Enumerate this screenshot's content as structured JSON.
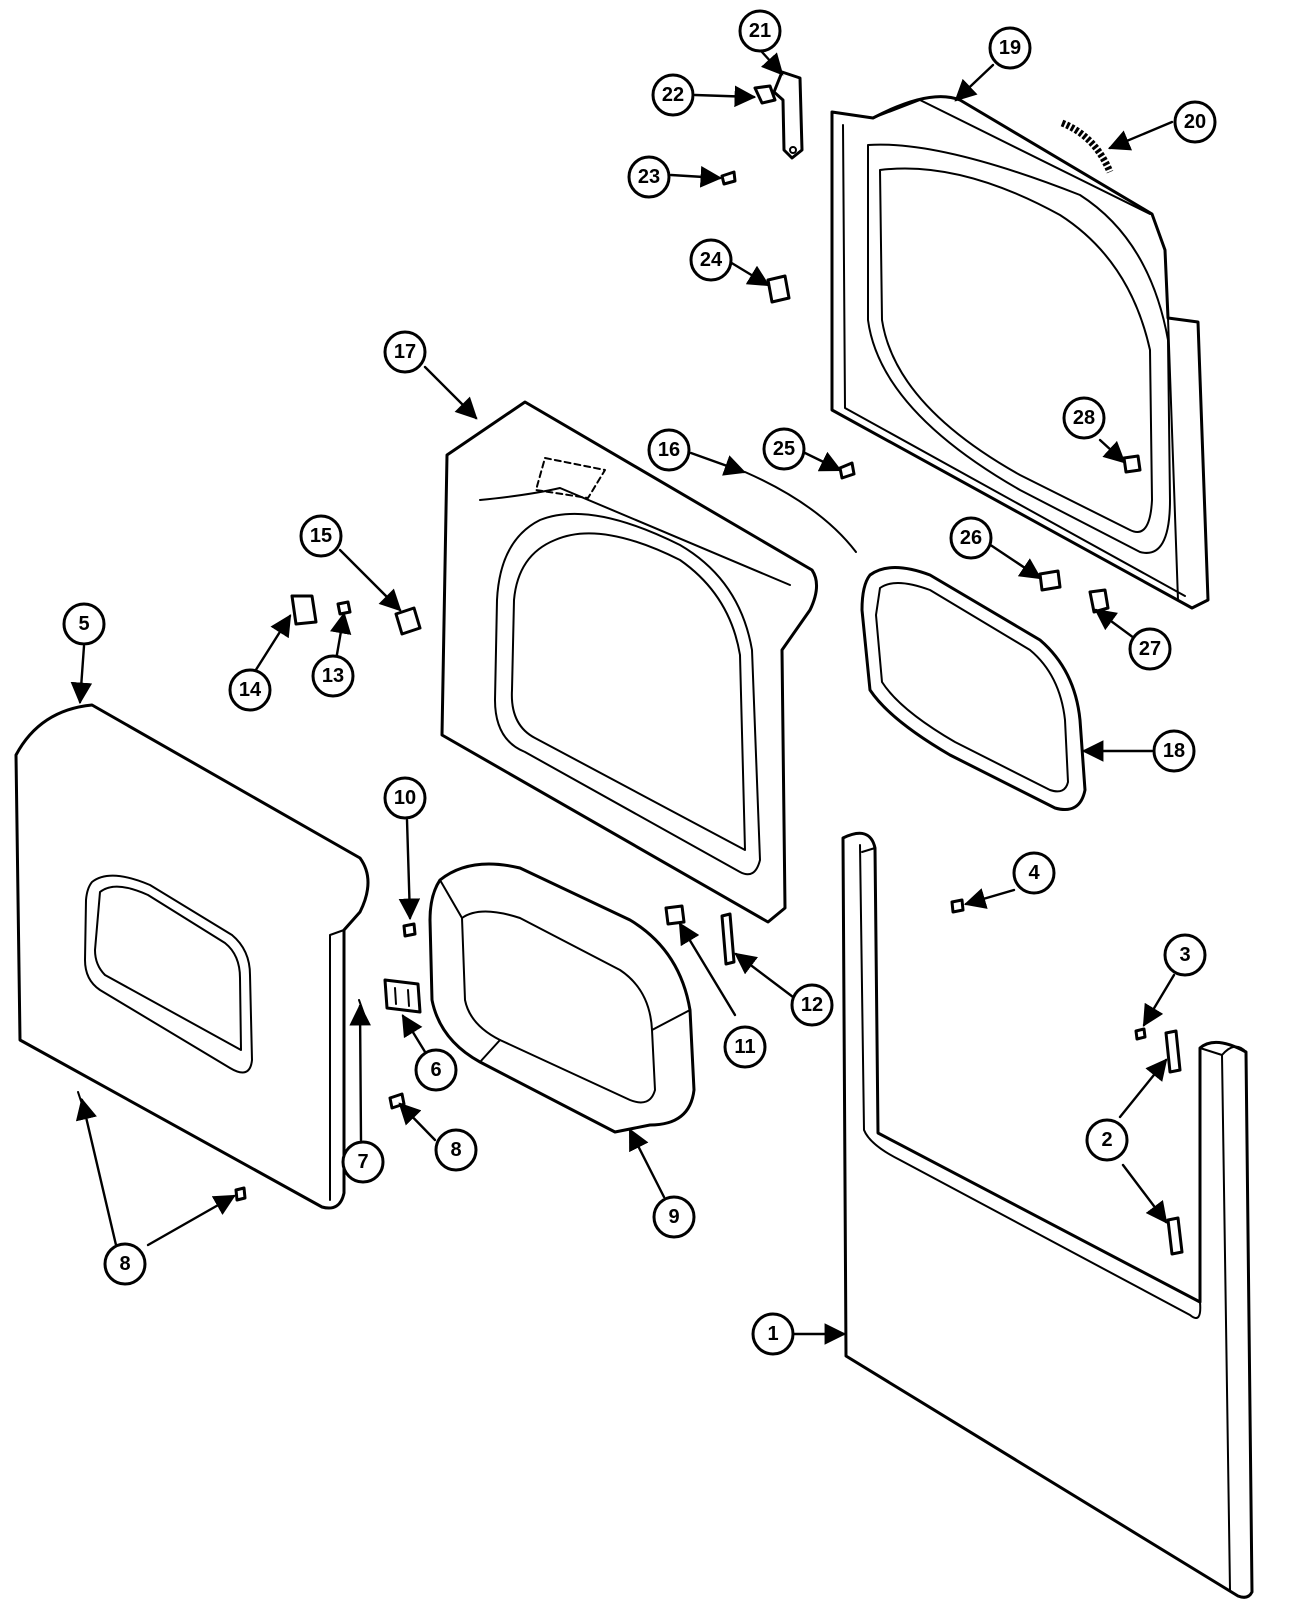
{
  "colors": {
    "line": "#000000",
    "background": "#ffffff"
  },
  "parts": [
    {
      "id": "front-panel-assembly",
      "callouts": [
        "1"
      ]
    },
    {
      "id": "panel-bracket",
      "callouts": [
        "2"
      ]
    },
    {
      "id": "screw-3",
      "callouts": [
        "3"
      ]
    },
    {
      "id": "screw-4",
      "callouts": [
        "4"
      ]
    },
    {
      "id": "door-assembly",
      "callouts": [
        "5"
      ]
    },
    {
      "id": "door-hinge",
      "callouts": [
        "6"
      ]
    },
    {
      "id": "door-pin",
      "callouts": [
        "7"
      ]
    },
    {
      "id": "door-screw",
      "callouts": [
        "8",
        "8"
      ]
    },
    {
      "id": "door-seal-ring",
      "callouts": [
        "9"
      ]
    },
    {
      "id": "screw-10",
      "callouts": [
        "10"
      ]
    },
    {
      "id": "clip-11",
      "callouts": [
        "11"
      ]
    },
    {
      "id": "bracket-12",
      "callouts": [
        "12"
      ]
    },
    {
      "id": "nut-13",
      "callouts": [
        "13"
      ]
    },
    {
      "id": "hinge-plate-14",
      "callouts": [
        "14"
      ]
    },
    {
      "id": "catch-15",
      "callouts": [
        "15"
      ]
    },
    {
      "id": "felt-seal-16",
      "callouts": [
        "16"
      ]
    },
    {
      "id": "inner-door-frame",
      "callouts": [
        "17"
      ]
    },
    {
      "id": "front-bulkhead-gasket",
      "callouts": [
        "18"
      ]
    },
    {
      "id": "front-bulkhead",
      "callouts": [
        "19"
      ]
    },
    {
      "id": "glide-strip",
      "callouts": [
        "20"
      ]
    },
    {
      "id": "bracket-21",
      "callouts": [
        "21"
      ]
    },
    {
      "id": "clip-22",
      "callouts": [
        "22"
      ]
    },
    {
      "id": "screw-23",
      "callouts": [
        "23"
      ]
    },
    {
      "id": "clip-24",
      "callouts": [
        "24"
      ]
    },
    {
      "id": "screw-25",
      "callouts": [
        "25"
      ]
    },
    {
      "id": "clip-26",
      "callouts": [
        "26"
      ]
    },
    {
      "id": "switch-27",
      "callouts": [
        "27"
      ]
    },
    {
      "id": "clip-28",
      "callouts": [
        "28"
      ]
    }
  ]
}
